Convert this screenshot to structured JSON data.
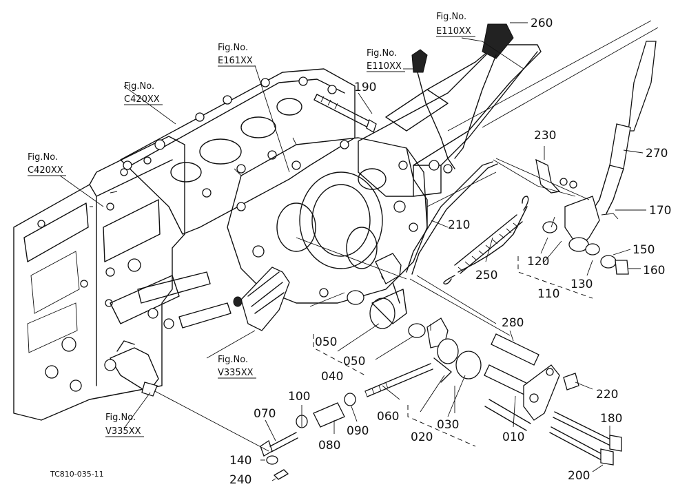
{
  "diagram_code": "TC810-035-11",
  "figure_refs": [
    {
      "line1": "Fig.No.",
      "line2": "E110XX"
    },
    {
      "line1": "Fig.No.",
      "line2": "E110XX"
    },
    {
      "line1": "Fig.No.",
      "line2": "E161XX"
    },
    {
      "line1": "Fig.No.",
      "line2": "C420XX"
    },
    {
      "line1": "Fig.No.",
      "line2": "C420XX"
    },
    {
      "line1": "Fig.No.",
      "line2": "V335XX"
    },
    {
      "line1": "Fig.No.",
      "line2": "V335XX"
    }
  ],
  "part_numbers": [
    "260",
    "190",
    "230",
    "270",
    "170",
    "210",
    "120",
    "250",
    "150",
    "130",
    "160",
    "110",
    "050",
    "280",
    "050",
    "040",
    "220",
    "100",
    "070",
    "060",
    "030",
    "180",
    "090",
    "020",
    "010",
    "080",
    "140",
    "200",
    "240"
  ]
}
